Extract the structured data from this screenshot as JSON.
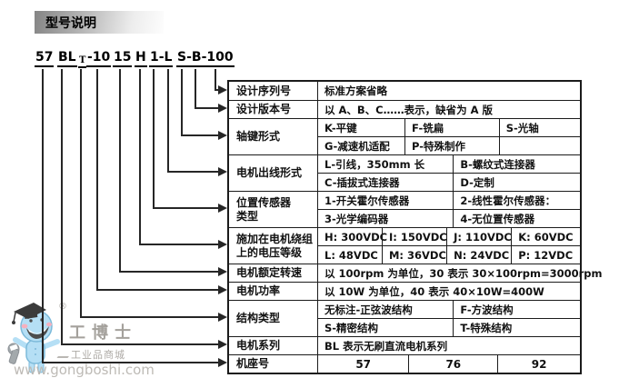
{
  "title": "型号说明",
  "model_number": {
    "segments": [
      {
        "text": "57",
        "small": false
      },
      {
        "text": "BL",
        "small": false
      },
      {
        "text": "T",
        "small": true
      },
      {
        "text": "-10",
        "small": false
      },
      {
        "text": "15",
        "small": false
      },
      {
        "text": "H",
        "small": false
      },
      {
        "text": "1-L",
        "small": false
      },
      {
        "text": "S-B-100",
        "small": false
      }
    ]
  },
  "table": {
    "rows": [
      {
        "label": "设计序列号",
        "cells": [
          [
            "标准方案省略"
          ]
        ]
      },
      {
        "label": "设计版本号",
        "cells": [
          [
            "以 A、B、C……表示，缺省为 A 版"
          ]
        ]
      },
      {
        "label": "轴键形式",
        "cells": [
          [
            "K-平键",
            "F-铣扁",
            "S-光轴"
          ],
          [
            "G-减速机适配",
            "P-特殊制作",
            ""
          ]
        ]
      },
      {
        "label": "电机出线形式",
        "cells": [
          [
            "L-引线，350mm 长",
            "B-螺纹式连接器"
          ],
          [
            "C-插拔式连接器",
            "D-定制"
          ]
        ]
      },
      {
        "label": [
          "位置传感器",
          "类型"
        ],
        "cells": [
          [
            "1-开关霍尔传感器",
            "2-线性霍尔传感器："
          ],
          [
            "3-光学编码器",
            "4-无位置传感器"
          ]
        ]
      },
      {
        "label": [
          "施加在电机绕组",
          "上的电压等级"
        ],
        "cells": [
          [
            "H: 300VDC",
            "I: 150VDC",
            "J: 110VDC",
            "K: 60VDC"
          ],
          [
            "L: 48VDC",
            "M: 36VDC",
            "N: 24VDC",
            "P: 12VDC"
          ]
        ]
      },
      {
        "label": "电机额定转速",
        "cells": [
          [
            "以 100rpm 为单位，30 表示 30×100rpm=3000rpm"
          ]
        ]
      },
      {
        "label": "电机功率",
        "cells": [
          [
            "以 10W 为单位，40 表示 40×10W=400W"
          ]
        ]
      },
      {
        "label": "结构类型",
        "cells": [
          [
            "无标注-正弦波结构",
            "F-方波结构"
          ],
          [
            "S-精密结构",
            "T-特殊结构"
          ]
        ]
      },
      {
        "label": "电机系列",
        "cells": [
          [
            "BL 表示无刷直流电机系列"
          ]
        ]
      },
      {
        "label": "机座号",
        "cells": [
          [
            "57",
            "76",
            "92"
          ]
        ]
      }
    ]
  },
  "watermark": {
    "registered_mark": "®",
    "brand": "工博士",
    "tagline": "工业品商城",
    "url": "www.gongboshi.com"
  },
  "colors": {
    "line": "#262626",
    "table_border": "#1b1b1b",
    "title_gradient_start": "#858585",
    "watermark_gray": "#a5a19c",
    "mascot_blue": "#aedcf4"
  }
}
